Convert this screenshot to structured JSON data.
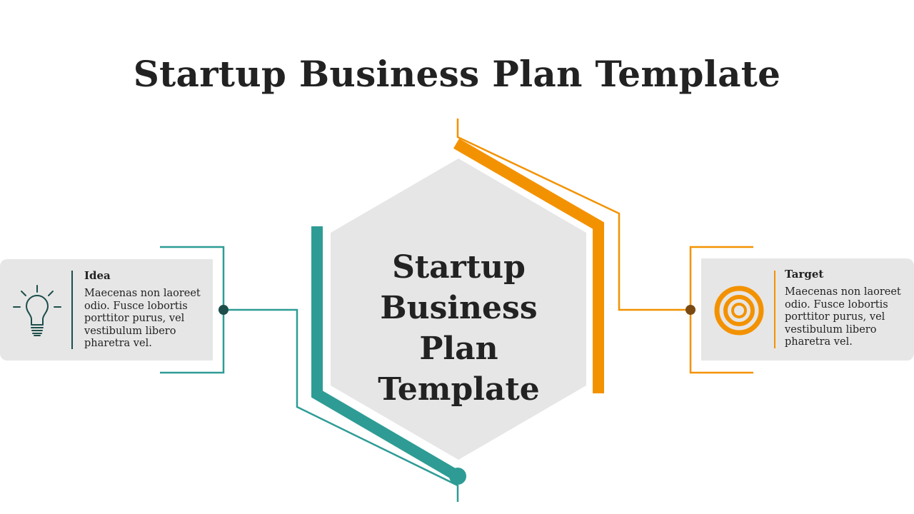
{
  "slide": {
    "title": "Startup Business Plan Template",
    "center_lines": [
      "Startup",
      "Business Plan",
      "Template"
    ],
    "colors": {
      "teal": "#2e9c95",
      "dark_teal": "#1d4e4a",
      "orange": "#f39200",
      "brown_dot": "#7a4a12",
      "gray": "#e6e6e6",
      "text": "#222222"
    }
  },
  "cards": {
    "left": {
      "title": "Idea",
      "text": "Maecenas non laoreet odio. Fusce lobortis porttitor purus, vel vestibulum libero pharetra vel.",
      "icon": "lightbulb-icon"
    },
    "right": {
      "title": "Target",
      "text": "Maecenas non laoreet odio. Fusce lobortis porttitor purus, vel vestibulum libero pharetra vel.",
      "icon": "target-icon"
    }
  }
}
